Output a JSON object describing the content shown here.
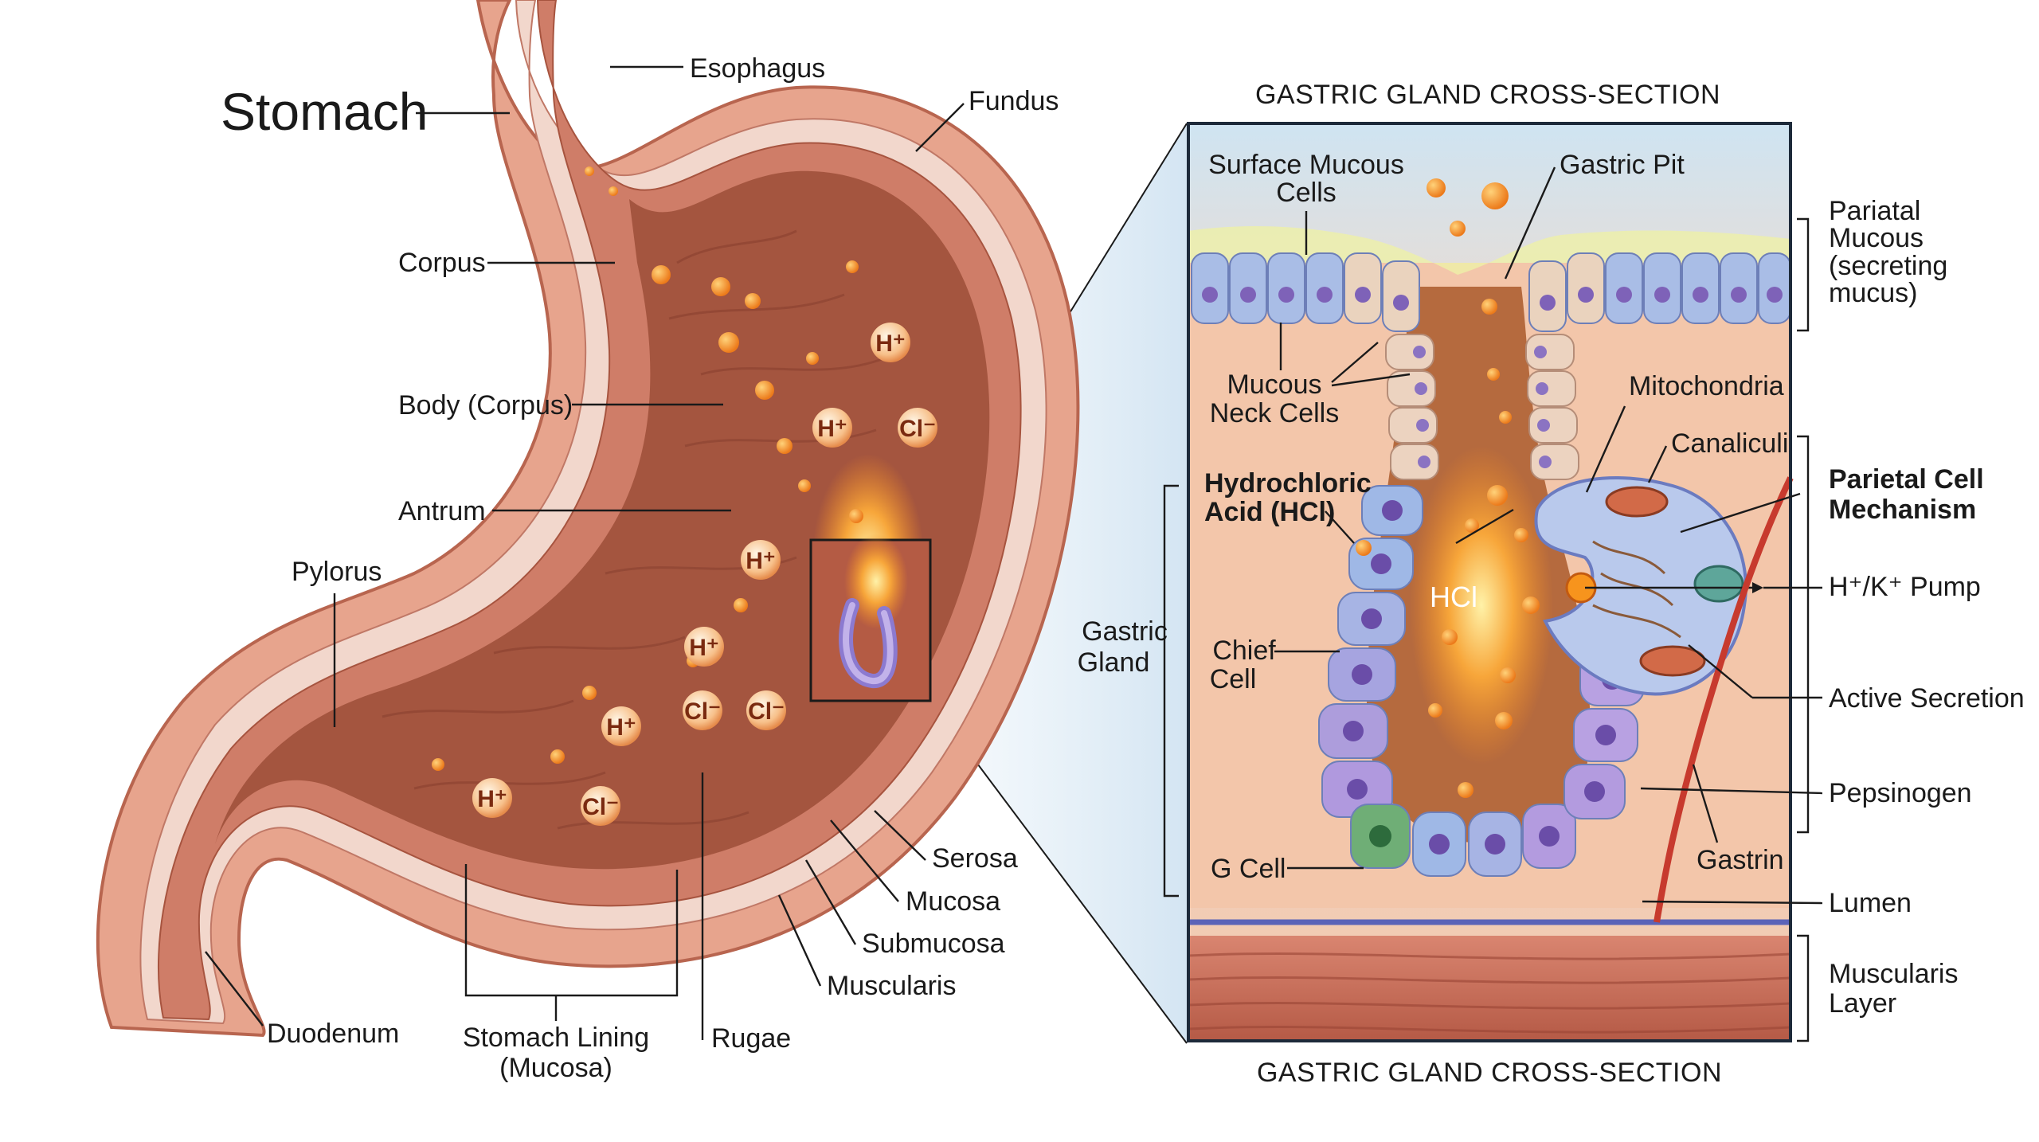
{
  "stomach": {
    "title": "Stomach",
    "labels": {
      "esophagus": "Esophagus",
      "fundus": "Fundus",
      "corpus": "Corpus",
      "body": "Body (Corpus)",
      "antrum": "Antrum",
      "pylorus": "Pylorus",
      "duodenum": "Duodenum",
      "lining_1": "Stomach Lining",
      "lining_2": "(Mucosa)",
      "rugae": "Rugae",
      "muscularis": "Muscularis",
      "submucosa": "Submucosa",
      "mucosa": "Mucosa",
      "serosa": "Serosa"
    },
    "ions": [
      "H⁺",
      "H⁺",
      "Cl⁻",
      "H⁺",
      "H⁺",
      "Cl⁻",
      "Cl⁻",
      "H⁺",
      "H⁺",
      "Cl⁻"
    ]
  },
  "gland": {
    "title_top": "GASTRIC GLAND CROSS-SECTION",
    "title_bottom": "GASTRIC GLAND CROSS-SECTION",
    "labels": {
      "surface_mucous_1": "Surface Mucous",
      "surface_mucous_2": "Cells",
      "gastric_pit": "Gastric Pit",
      "mucous_neck_1": "Mucous",
      "mucous_neck_2": "Neck Cells",
      "hcl_1": "Hydrochloric",
      "hcl_2": "Acid (HCl)",
      "hcl_center": "HCl",
      "gastric_gland_1": "Gastric",
      "gastric_gland_2": "Gland",
      "chief_1": "Chief",
      "chief_2": "Cell",
      "g_cell": "G Cell",
      "mitochondria": "Mitochondria",
      "canaliculi": "Canaliculi",
      "gastrin": "Gastrin",
      "parietal_mucous_1": "Pariatal",
      "parietal_mucous_2": "Mucous",
      "parietal_mucous_3": "(secreting",
      "parietal_mucous_4": "mucus)",
      "parietal_mech_1": "Parietal Cell",
      "parietal_mech_2": "Mechanism",
      "pump": "H⁺/K⁺ Pump",
      "active_secretion": "Active Secretion",
      "pepsinogen": "Pepsinogen",
      "lumen": "Lumen",
      "muscularis_1": "Muscularis",
      "muscularis_2": "Layer"
    }
  },
  "colors": {
    "stomach_wall": "#d98b74",
    "stomach_inner": "#a85a45",
    "acid_orange": "#f08a24",
    "panel_border": "#1d2a3a",
    "surface_cells": "#9fb3e0",
    "chief_cells": "#a98bd6",
    "g_cell": "#6fae76",
    "muscle": "#c46a56"
  }
}
